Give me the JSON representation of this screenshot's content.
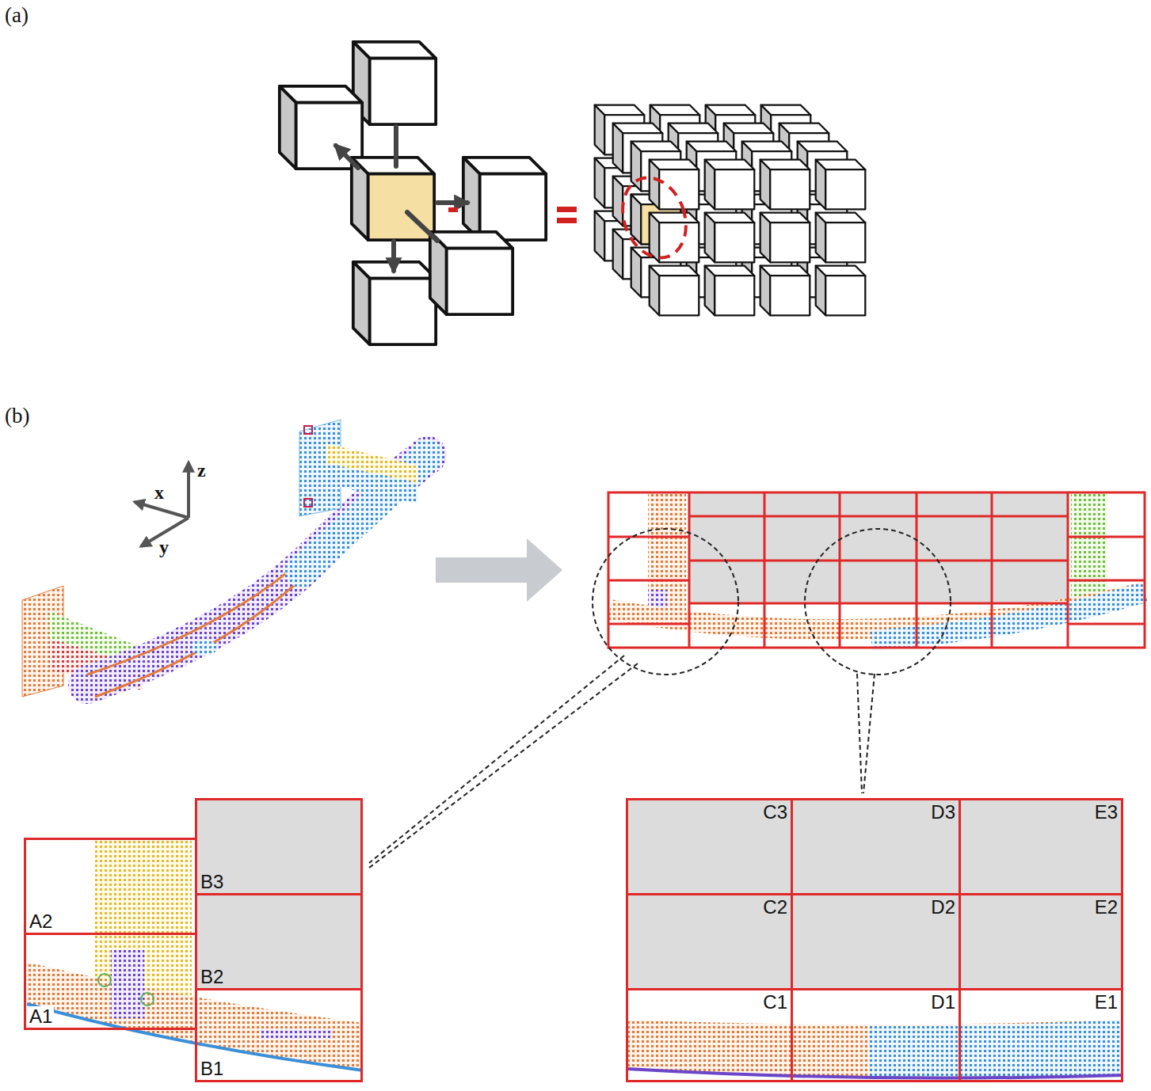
{
  "diagram": {
    "nodes": [
      {
        "text": [
          "B3"
        ]
      },
      {
        "text": [
          "A2"
        ]
      },
      {
        "text": [
          "B2"
        ]
      },
      {
        "text": [
          "A1"
        ]
      },
      {
        "text": [
          "B1"
        ]
      },
      {
        "text": [
          "C3"
        ]
      },
      {
        "text": [
          "D3"
        ]
      },
      {
        "text": [
          "E3"
        ]
      },
      {
        "text": [
          "C2"
        ]
      },
      {
        "text": [
          "D2"
        ]
      },
      {
        "text": [
          "E2"
        ]
      },
      {
        "text": [
          "C1"
        ]
      },
      {
        "text": [
          "D1"
        ]
      },
      {
        "text": [
          "E1"
        ]
      }
    ],
    "labels": [
      "(a)",
      "(b)",
      "z",
      "x",
      "y"
    ]
  }
}
